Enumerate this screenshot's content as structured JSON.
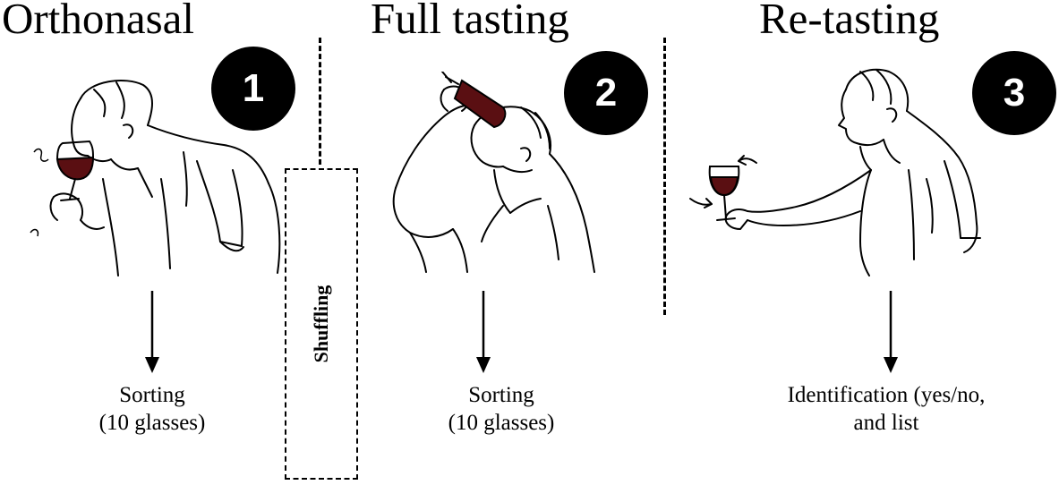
{
  "stages": [
    {
      "title": "Orthonasal",
      "number": "1",
      "result_line1": "Sorting",
      "result_line2": "(10 glasses)"
    },
    {
      "title": "Full tasting",
      "number": "2",
      "result_line1": "Sorting",
      "result_line2": "(10 glasses)"
    },
    {
      "title": "Re-tasting",
      "number": "3",
      "result_line1": "Identification (yes/no,",
      "result_line2": "and list"
    }
  ],
  "shuffle_label": "Shuffling",
  "colors": {
    "badge_fill": "#000000",
    "badge_text": "#ffffff",
    "line": "#000000",
    "wine": "#5a0f12"
  }
}
